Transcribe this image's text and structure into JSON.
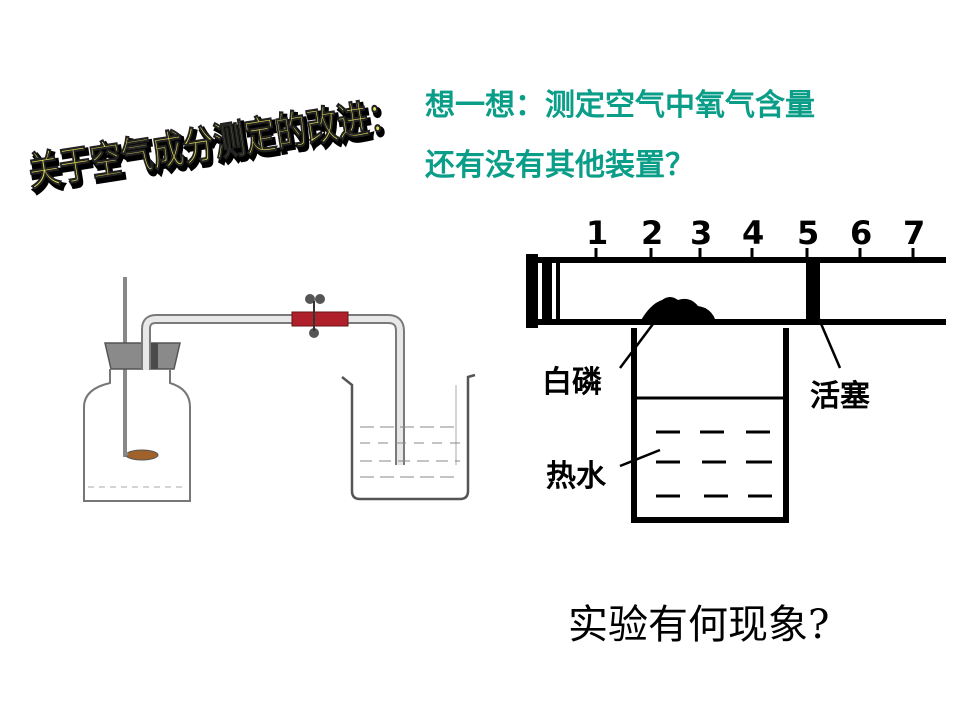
{
  "title": "关于空气成分测定的改进：",
  "question": {
    "line1": "想一想：测定空气中氧气含量",
    "line2": "还有没有其他装置？"
  },
  "right_apparatus": {
    "scale": [
      "1",
      "2",
      "3",
      "4",
      "5",
      "6",
      "7"
    ],
    "label_phosphorus": "白磷",
    "label_piston": "活塞",
    "label_hot_water": "热水"
  },
  "bottom_question": "实验有何现象?",
  "colors": {
    "question_text": "#0a9e88",
    "wordart_fill": "#e8e05a",
    "clip_red": "#b0202a"
  }
}
